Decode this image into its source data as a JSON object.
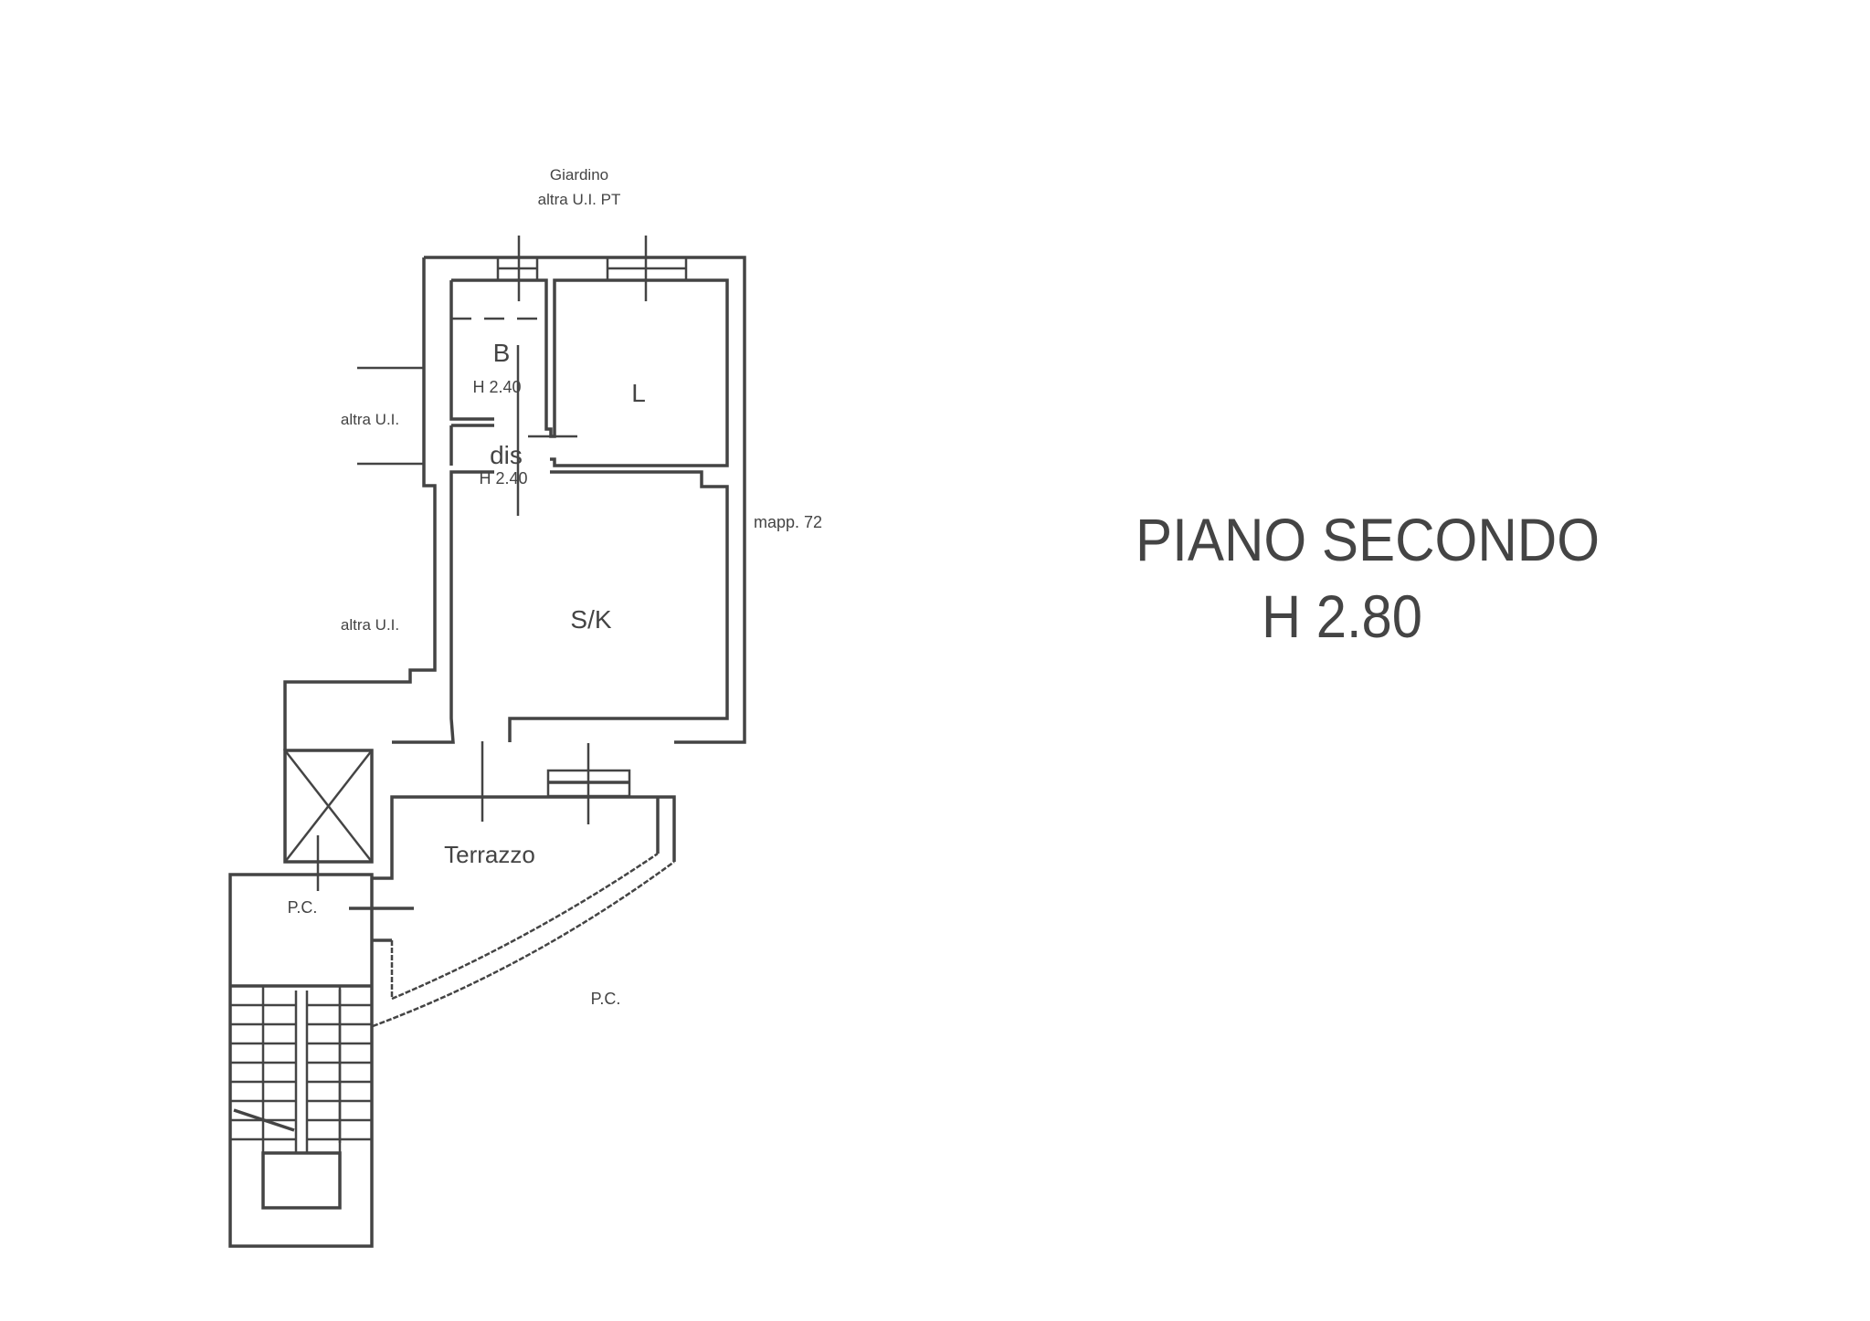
{
  "title": {
    "floor": "PIANO SECONDO",
    "height": "H 2.80"
  },
  "labels": {
    "north_line1": "Giardino",
    "north_line2": "altra U.I. PT",
    "west_upper": "altra U.I.",
    "west_lower": "altra U.I.",
    "east": "mapp. 72",
    "south": "P.C."
  },
  "rooms": [
    {
      "name": "B",
      "height": "H 2.40"
    },
    {
      "name": "dis",
      "height": "H 2.40"
    },
    {
      "name": "L"
    },
    {
      "name": "S/K"
    },
    {
      "name": "Terrazzo"
    },
    {
      "name": "P.C."
    }
  ],
  "colors": {
    "ink": "#444444",
    "background": "#ffffff"
  }
}
